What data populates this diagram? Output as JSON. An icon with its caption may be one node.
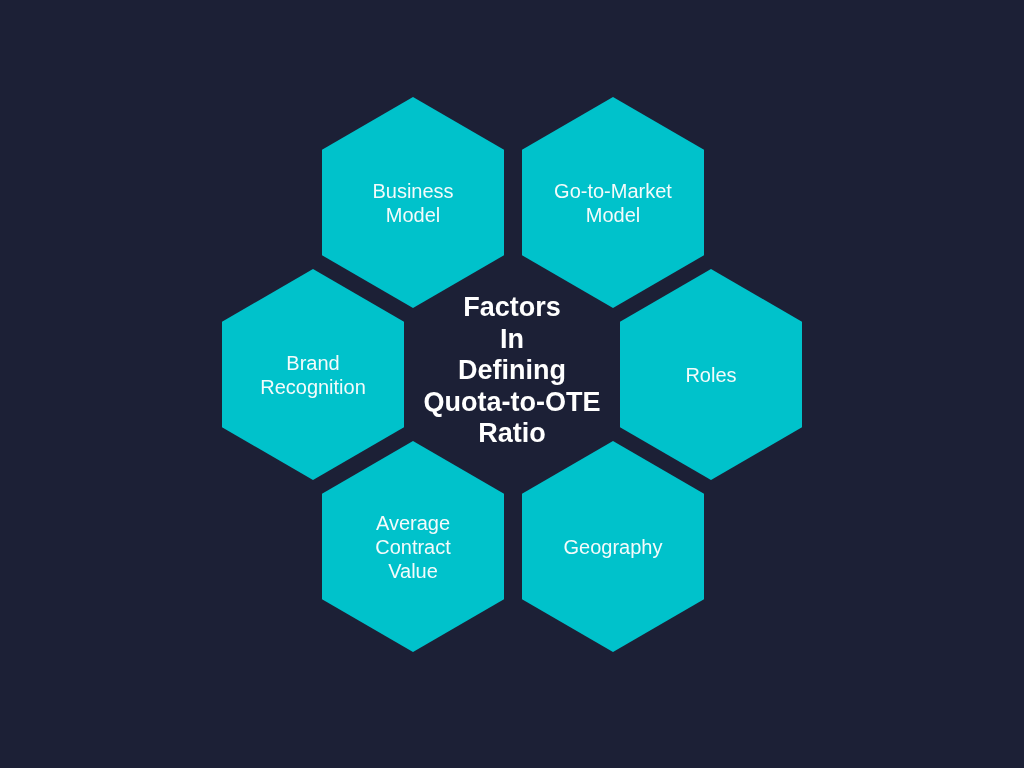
{
  "diagram": {
    "title": "Factors In Defining Quota-to-OTE Ratio",
    "nodes": [
      {
        "text": [
          "Business Model"
        ]
      },
      {
        "text": [
          "Go-to-Market Model"
        ]
      },
      {
        "text": [
          "Brand Recognition"
        ]
      },
      {
        "text": [
          "Roles"
        ]
      },
      {
        "text": [
          "Average Contract Value"
        ]
      },
      {
        "text": [
          "Geography"
        ]
      }
    ]
  }
}
